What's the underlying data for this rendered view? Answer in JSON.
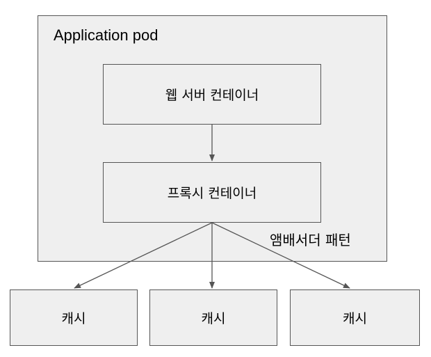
{
  "pod": {
    "title": "Application pod",
    "pattern_label": "앰배서더 패턴"
  },
  "containers": {
    "web": "웹 서버 컨테이너",
    "proxy": "프록시 컨테이너"
  },
  "caches": [
    "캐시",
    "캐시",
    "캐시"
  ],
  "colors": {
    "box_fill": "#efefef",
    "border": "#555555",
    "arrow": "#555555"
  }
}
